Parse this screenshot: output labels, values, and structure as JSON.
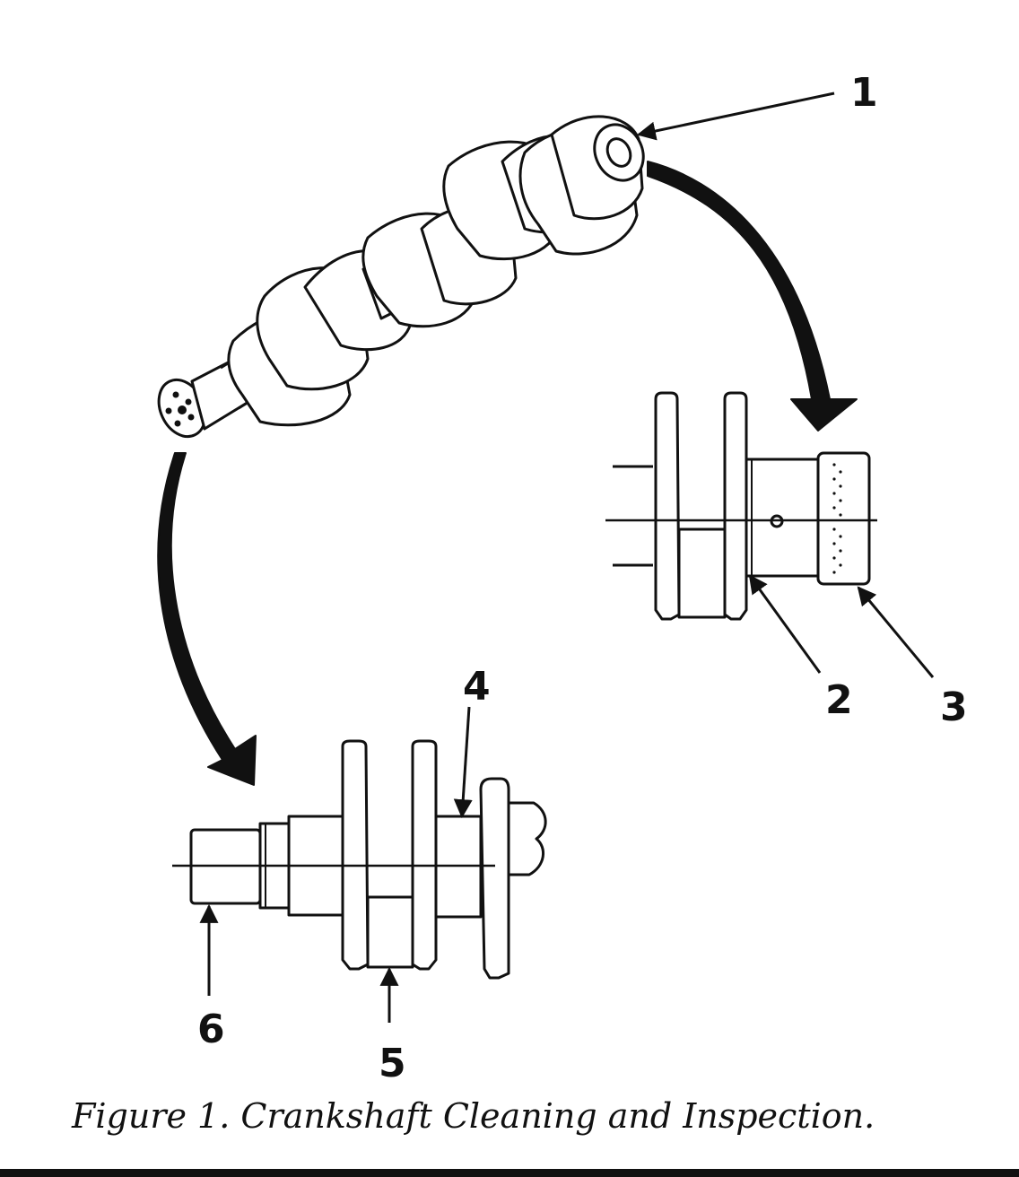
{
  "figure": {
    "caption": "Figure 1.  Crankshaft Cleaning and Inspection.",
    "callouts": {
      "c1": "1",
      "c2": "2",
      "c3": "3",
      "c4": "4",
      "c5": "5",
      "c6": "6"
    }
  },
  "colors": {
    "ink": "#111111",
    "paper": "#ffffff"
  }
}
